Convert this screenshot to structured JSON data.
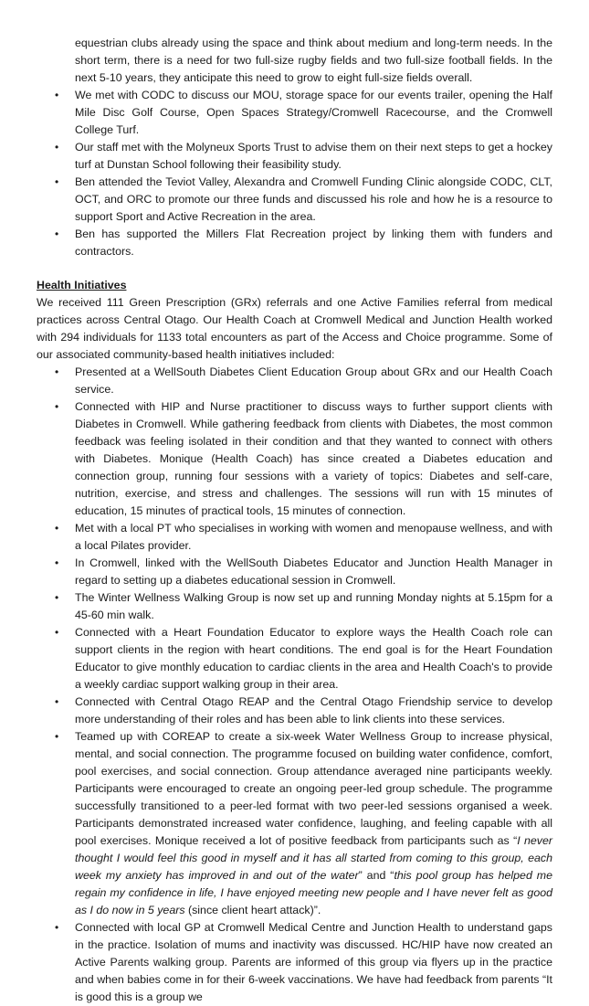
{
  "continuation": "equestrian clubs already using the space and think about medium and long-term needs. In the short term, there is a need for two full-size rugby fields and two full-size football fields. In the next 5-10 years, they anticipate this need to grow to eight full-size fields overall.",
  "bullets_top": [
    "We met with CODC to discuss our MOU, storage space for our events trailer, opening the Half Mile Disc Golf Course, Open Spaces Strategy/Cromwell Racecourse, and the Cromwell College Turf.",
    "Our staff met with the Molyneux Sports Trust to advise them on their next steps to get a hockey turf at Dunstan School following their feasibility study.",
    "Ben attended the Teviot Valley, Alexandra and Cromwell Funding Clinic alongside CODC, CLT, OCT, and ORC to promote our three funds and discussed his role and how he is a resource to support Sport and Active Recreation in the area.",
    "Ben has supported the Millers Flat Recreation project by linking them with funders and contractors."
  ],
  "health": {
    "heading": "Health Initiatives",
    "intro": "We received 111 Green Prescription (GRx) referrals and one Active Families referral from medical practices across Central Otago. Our Health Coach at Cromwell Medical and Junction Health worked with 294 individuals for 1133 total encounters as part of the Access and Choice programme. Some of our associated community-based health initiatives included:",
    "bullets": [
      "Presented at a WellSouth Diabetes Client Education Group about GRx and our Health Coach service.",
      "Connected with HIP and Nurse practitioner to discuss ways to further support clients with Diabetes in Cromwell. While gathering feedback from clients with Diabetes, the most common feedback was feeling isolated in their condition and that they wanted to connect with others with Diabetes. Monique (Health Coach) has since created a Diabetes education and connection group, running four sessions with a variety of topics: Diabetes and self-care, nutrition, exercise, and stress and challenges. The sessions will run with 15 minutes of education, 15 minutes of practical tools, 15 minutes of connection.",
      "Met with a local PT who specialises in working with women and menopause wellness, and with a local Pilates provider.",
      "In Cromwell, linked with the WellSouth Diabetes Educator and Junction Health Manager in regard to setting up a diabetes educational session in Cromwell.",
      "The Winter Wellness Walking Group is now set up and running Monday nights at 5.15pm for a 45-60 min walk.",
      "Connected with a Heart Foundation Educator to explore ways the Health Coach role can support clients in the region with heart conditions. The end goal is for the Heart Foundation Educator to give monthly education to cardiac clients in the area and Health Coach's to provide a weekly cardiac support walking group in their area.",
      "Connected with Central Otago REAP and the Central Otago Friendship service to develop more understanding of their roles and has been able to link clients into these services."
    ],
    "water": {
      "text1": "Teamed up with COREAP to create a six-week Water Wellness Group to increase physical, mental, and social connection. The programme focused on building water confidence, comfort, pool exercises, and social connection. Group attendance averaged nine participants weekly. Participants were encouraged to create an ongoing peer-led group schedule. The programme successfully transitioned to a peer-led format with two peer-led sessions organised a week. Participants demonstrated increased water confidence, laughing, and feeling capable with all pool exercises. Monique received a lot of positive feedback from participants such as “",
      "quote1": "I never thought I would feel this good in myself and it has all started from coming to this group, each week my anxiety has improved in and out of the water",
      "text2": "” and “",
      "quote2": "this pool group has helped me regain my confidence in life, I have enjoyed meeting new people and I have never felt as good as I do now in 5 years",
      "text3": " (since client heart attack)”."
    },
    "last_bullet": "Connected with local GP at Cromwell Medical Centre and Junction Health to understand gaps in the practice. Isolation of mums and inactivity was discussed. HC/HIP have now created an Active Parents walking group. Parents are informed of this group via flyers up in the practice and when babies come in for their 6-week vaccinations.  We have had feedback from parents “It is good this is a group we"
  },
  "bullet_glyph": "•"
}
